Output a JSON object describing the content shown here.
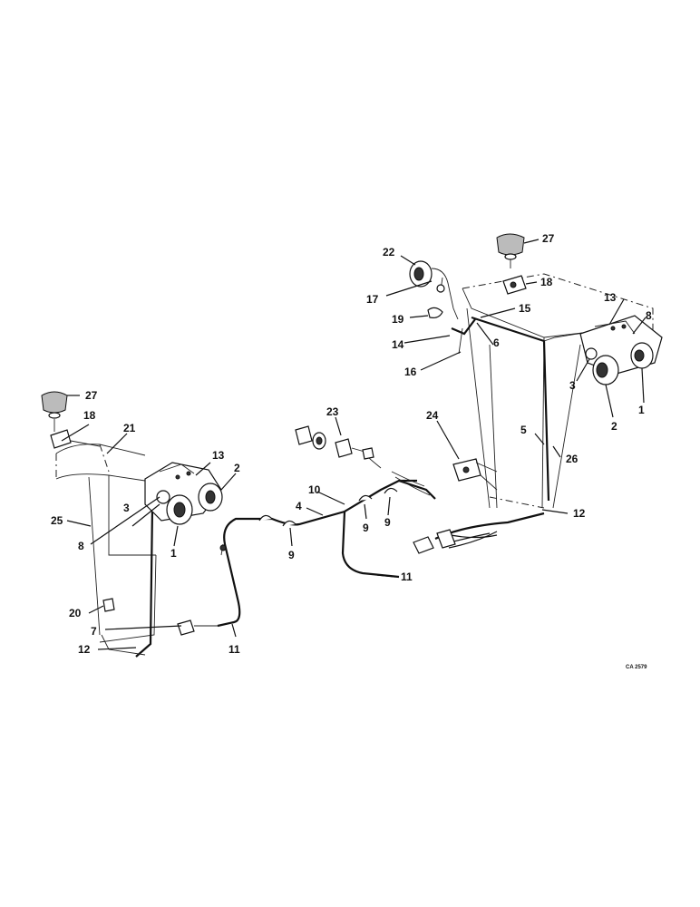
{
  "labels": {
    "l1a": "1",
    "l1b": "1",
    "l2a": "2",
    "l2b": "2",
    "l3a": "3",
    "l3b": "3",
    "l4": "4",
    "l5": "5",
    "l6": "6",
    "l7": "7",
    "l8a": "8",
    "l8b": "8",
    "l9a": "9",
    "l9b": "9",
    "l9c": "9",
    "l10": "10",
    "l11a": "11",
    "l11b": "11",
    "l12a": "12",
    "l12b": "12",
    "l13a": "13",
    "l13b": "13",
    "l14": "14",
    "l15": "15",
    "l16": "16",
    "l17": "17",
    "l18a": "18",
    "l18b": "18",
    "l19": "19",
    "l20": "20",
    "l21": "21",
    "l22": "22",
    "l23": "23",
    "l24": "24",
    "l25": "25",
    "l26": "26",
    "l27a": "27",
    "l27b": "27"
  },
  "drawing_code": "CA 2579"
}
